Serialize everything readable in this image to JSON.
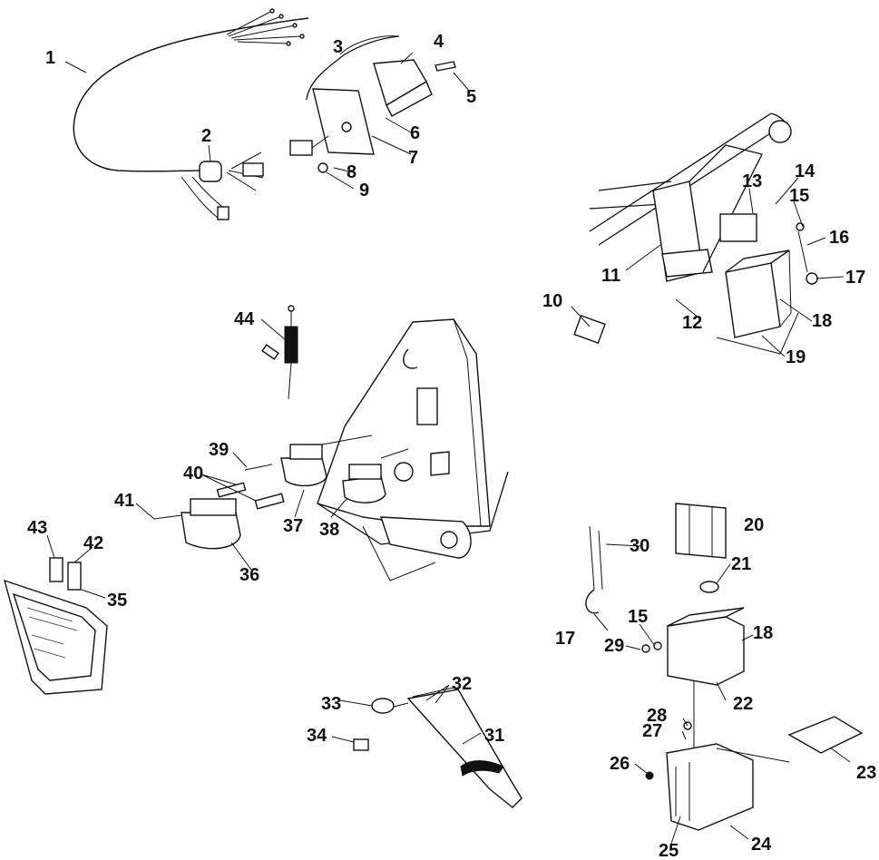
{
  "callouts": [
    {
      "id": "c1",
      "text": "1"
    },
    {
      "id": "c2",
      "text": "2"
    },
    {
      "id": "c3",
      "text": "3"
    },
    {
      "id": "c4",
      "text": "4"
    },
    {
      "id": "c5",
      "text": "5"
    },
    {
      "id": "c6",
      "text": "6"
    },
    {
      "id": "c7",
      "text": "7"
    },
    {
      "id": "c8",
      "text": "8"
    },
    {
      "id": "c9",
      "text": "9"
    },
    {
      "id": "c10",
      "text": "10"
    },
    {
      "id": "c11",
      "text": "11"
    },
    {
      "id": "c12",
      "text": "12"
    },
    {
      "id": "c13",
      "text": "13"
    },
    {
      "id": "c14",
      "text": "14"
    },
    {
      "id": "c15a",
      "text": "15"
    },
    {
      "id": "c16",
      "text": "16"
    },
    {
      "id": "c17a",
      "text": "17"
    },
    {
      "id": "c18a",
      "text": "18"
    },
    {
      "id": "c19",
      "text": "19"
    },
    {
      "id": "c20",
      "text": "20"
    },
    {
      "id": "c21",
      "text": "21"
    },
    {
      "id": "c15b",
      "text": "15"
    },
    {
      "id": "c18b",
      "text": "18"
    },
    {
      "id": "c17b",
      "text": "17"
    },
    {
      "id": "c29",
      "text": "29"
    },
    {
      "id": "c30",
      "text": "30"
    },
    {
      "id": "c22",
      "text": "22"
    },
    {
      "id": "c28",
      "text": "28"
    },
    {
      "id": "c27",
      "text": "27"
    },
    {
      "id": "c26",
      "text": "26"
    },
    {
      "id": "c23",
      "text": "23"
    },
    {
      "id": "c24",
      "text": "24"
    },
    {
      "id": "c25",
      "text": "25"
    },
    {
      "id": "c44",
      "text": "44"
    },
    {
      "id": "c39",
      "text": "39"
    },
    {
      "id": "c40",
      "text": "40"
    },
    {
      "id": "c41",
      "text": "41"
    },
    {
      "id": "c37",
      "text": "37"
    },
    {
      "id": "c38",
      "text": "38"
    },
    {
      "id": "c36",
      "text": "36"
    },
    {
      "id": "c43",
      "text": "43"
    },
    {
      "id": "c42",
      "text": "42"
    },
    {
      "id": "c35",
      "text": "35"
    },
    {
      "id": "c32",
      "text": "32"
    },
    {
      "id": "c33",
      "text": "33"
    },
    {
      "id": "c31",
      "text": "31"
    },
    {
      "id": "c34",
      "text": "34"
    }
  ]
}
